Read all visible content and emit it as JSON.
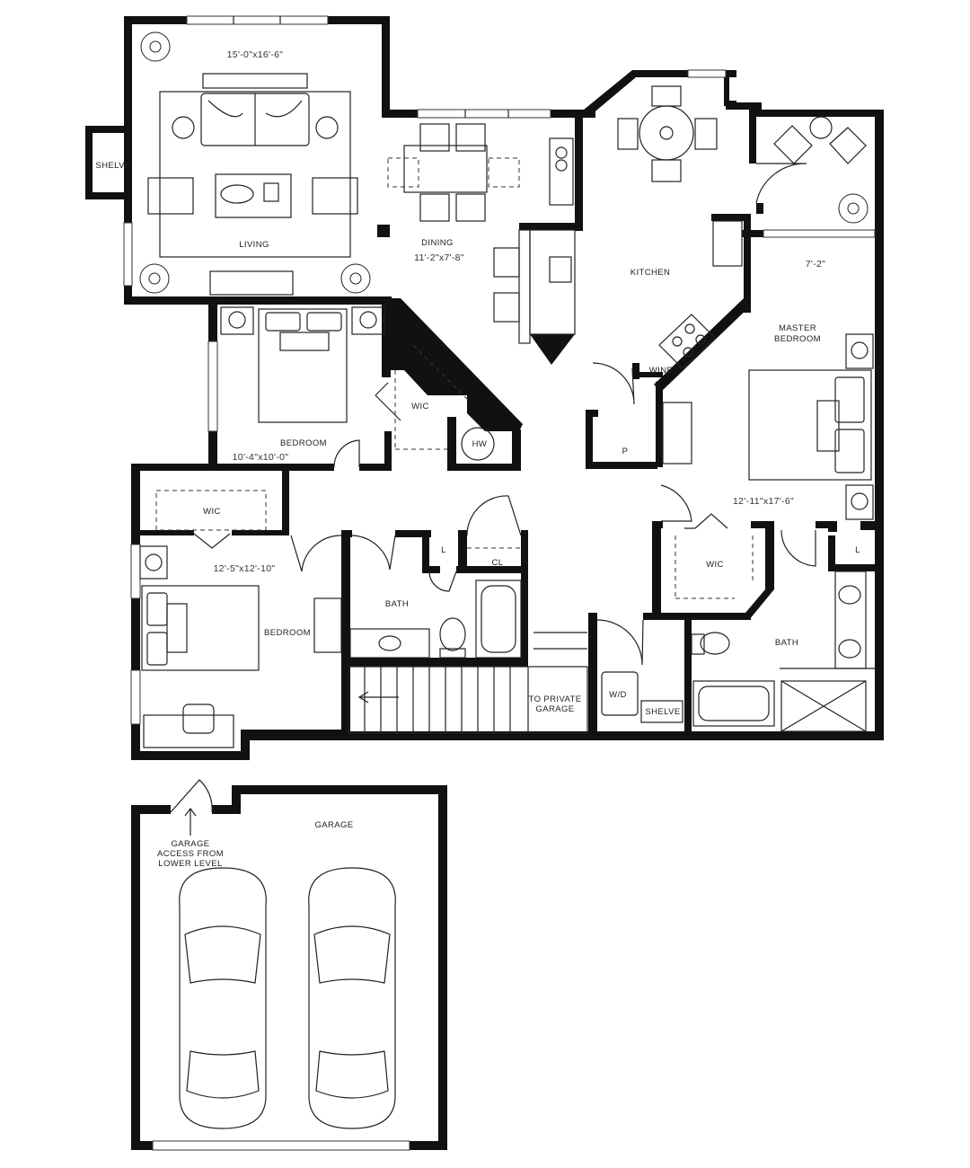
{
  "rooms": {
    "living": {
      "label": "LIVING",
      "dim": "15'-0\"x16'-6\""
    },
    "shelve_left": {
      "label": "SHELVE"
    },
    "dining": {
      "label": "DINING",
      "dim": "11'-2\"x7'-8\""
    },
    "kitchen": {
      "label": "KITCHEN"
    },
    "patio_dim": {
      "dim": "7'-2\""
    },
    "master": {
      "label_1": "MASTER",
      "label_2": "BEDROOM",
      "dim": "12'-11\"x17'-6\""
    },
    "wine": {
      "label": "WINE"
    },
    "pantry": {
      "label": "P"
    },
    "bedroom_1": {
      "label": "BEDROOM",
      "dim": "10'-4\"x10'-0\""
    },
    "wic_1": {
      "label": "WIC"
    },
    "hw": {
      "label": "HW"
    },
    "wic_2": {
      "label": "WIC"
    },
    "bedroom_2": {
      "label": "BEDROOM",
      "dim": "12'-5\"x12'-10\""
    },
    "linen_1": {
      "label": "L"
    },
    "closet": {
      "label": "CL"
    },
    "bath_1": {
      "label": "BATH"
    },
    "wic_master": {
      "label": "WIC"
    },
    "linen_2": {
      "label": "L"
    },
    "bath_master": {
      "label": "BATH"
    },
    "stairs": {
      "label_1": "TO PRIVATE",
      "label_2": "GARAGE"
    },
    "laundry": {
      "label": "W/D"
    },
    "shelve_laundry": {
      "label": "SHELVE"
    },
    "garage": {
      "label": "GARAGE"
    },
    "garage_access": {
      "line_1": "GARAGE",
      "line_2": "ACCESS FROM",
      "line_3": "LOWER LEVEL"
    }
  }
}
